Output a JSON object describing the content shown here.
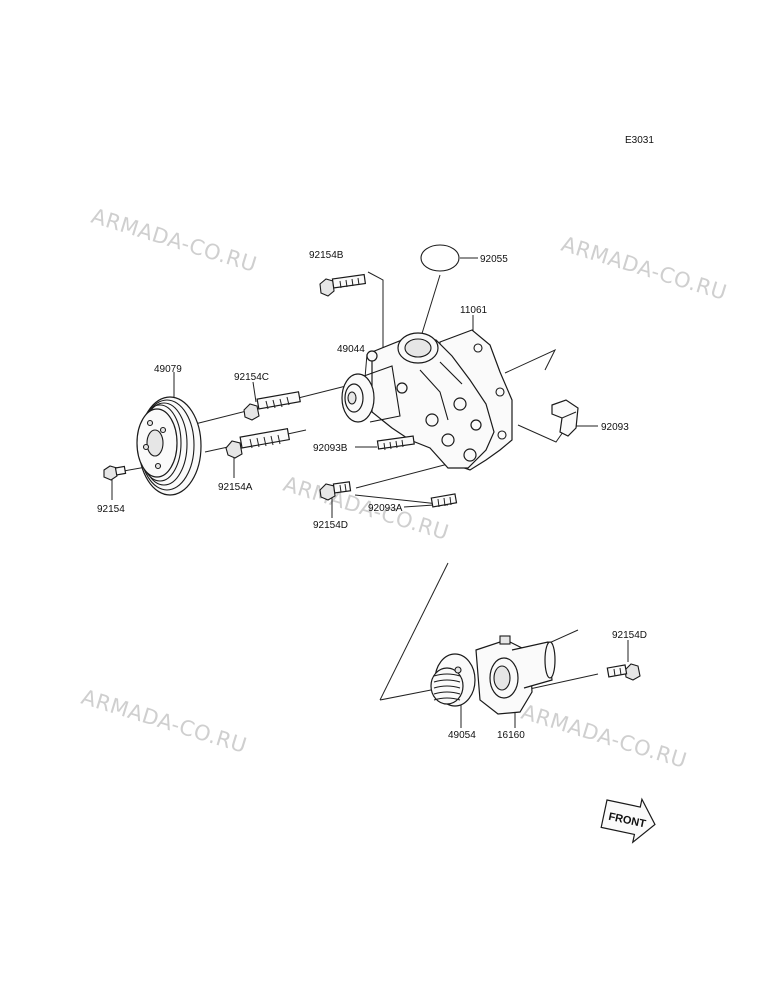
{
  "diagram_code": "E3031",
  "watermark_text": "ARMADA-CO.RU",
  "front_label": "FRONT",
  "labels": {
    "p92055": "92055",
    "p92154B": "92154B",
    "p11061": "11061",
    "p49044": "49044",
    "p49079": "49079",
    "p92154C": "92154C",
    "p92093B": "92093B",
    "p92093": "92093",
    "p92154": "92154",
    "p92154A": "92154A",
    "p92154D_top": "92154D",
    "p92093A": "92093A",
    "p92154D_bottom": "92154D",
    "p49054": "49054",
    "p16160": "16160"
  }
}
